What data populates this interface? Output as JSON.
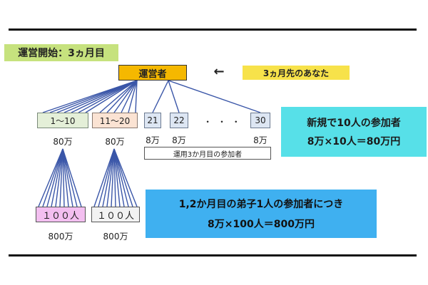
{
  "header_label": "運営開始：3ヵ月目",
  "operator": "運営者",
  "arrow": "←",
  "future_label": "3ヵ月先のあなた",
  "groups": [
    {
      "label": "1～10",
      "amount": "80万"
    },
    {
      "label": "11～20",
      "amount": "80万"
    }
  ],
  "singles": [
    {
      "label": "21",
      "amount": "8万"
    },
    {
      "label": "22",
      "amount": "8万"
    },
    {
      "label": "30",
      "amount": "8万"
    }
  ],
  "ellipsis": "・  ・  ・",
  "operations_label": "運用3か月目の参加者",
  "subgroups": [
    {
      "label": "１００人",
      "amount": "800万"
    },
    {
      "label": "１００人",
      "amount": "800万"
    }
  ],
  "info_new": {
    "line1": "新規で10人の参加者",
    "line2": "8万×10人＝80万円"
  },
  "info_disciple": {
    "line1": "1,2か月目の弟子1人の参加者につき",
    "line2": "8万×100人＝800万円"
  },
  "colors": {
    "green_label": "#c6e27e",
    "operator_fill": "#f5b800",
    "future_fill": "#f7e24a",
    "group1_fill": "#e4efd8",
    "group2_fill": "#fbe3d3",
    "single_fill": "#dde6f3",
    "sub1_fill": "#f3bff0",
    "sub2_fill": "#f2f2f2",
    "cyan_box": "#57e0e8",
    "blue_box": "#3fb0f0",
    "line": "#3a56a8"
  }
}
